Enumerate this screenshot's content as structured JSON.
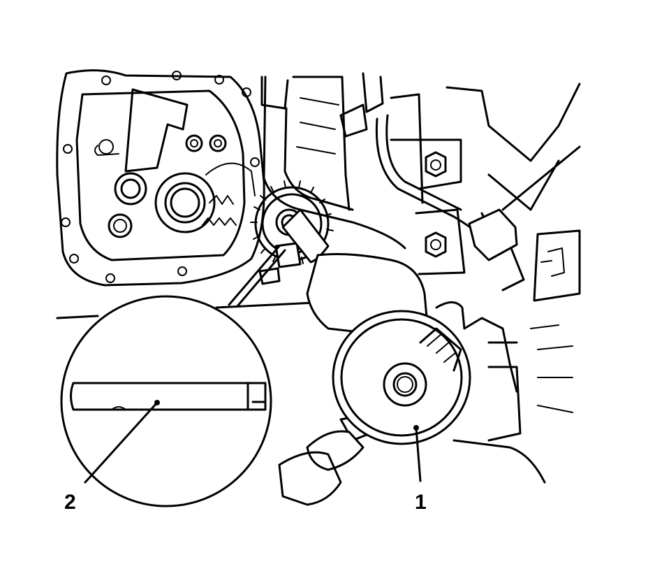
{
  "figure": {
    "icon": "engine-component-installation-illustration",
    "background": "#ffffff",
    "line_color": "#000000"
  },
  "callouts": [
    {
      "label": "1",
      "item": "installer-tool"
    },
    {
      "label": "2",
      "item": "pin-tool-detail"
    }
  ]
}
